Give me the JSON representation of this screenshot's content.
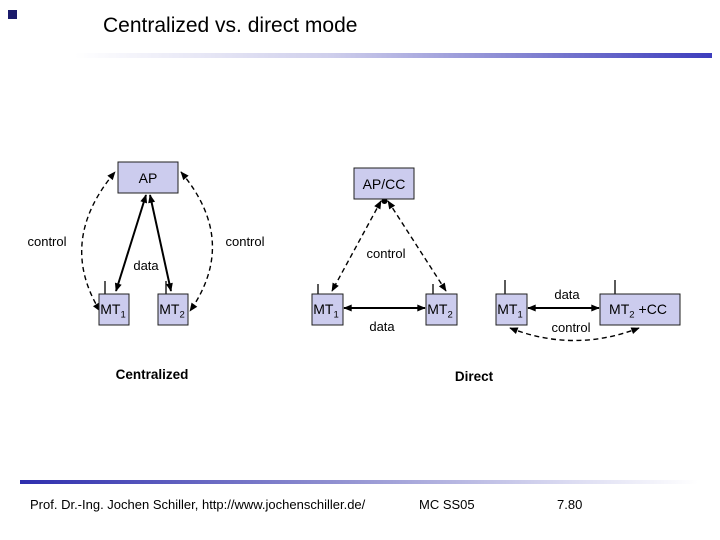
{
  "title": "Centralized vs. direct mode",
  "colors": {
    "box_fill": "#ccccee",
    "box_stroke": "#1f1f1f",
    "accent_blue": "#3d3dbd",
    "corner_square": "#1b1b6b"
  },
  "diagrams": {
    "centralized": {
      "caption": "Centralized",
      "ap": {
        "label": "AP"
      },
      "mt1": {
        "base": "MT",
        "sub": "1"
      },
      "mt2": {
        "base": "MT",
        "sub": "2"
      },
      "labels": {
        "control_left": "control",
        "control_right": "control",
        "data": "data"
      }
    },
    "middle": {
      "apcc": {
        "label": "AP/CC"
      },
      "mt1": {
        "base": "MT",
        "sub": "1"
      },
      "mt2": {
        "base": "MT",
        "sub": "2"
      },
      "labels": {
        "control": "control",
        "data": "data"
      }
    },
    "direct": {
      "caption": "Direct",
      "mt1": {
        "base": "MT",
        "sub": "1"
      },
      "mt2cc": {
        "base": "MT",
        "sub": "2",
        "suffix": "+CC"
      },
      "labels": {
        "data": "data",
        "control": "control"
      }
    }
  },
  "footer": {
    "author": "Prof. Dr.-Ing. Jochen Schiller, http://www.jochenschiller.de/",
    "course": "MC SS05",
    "page": "7.80"
  }
}
